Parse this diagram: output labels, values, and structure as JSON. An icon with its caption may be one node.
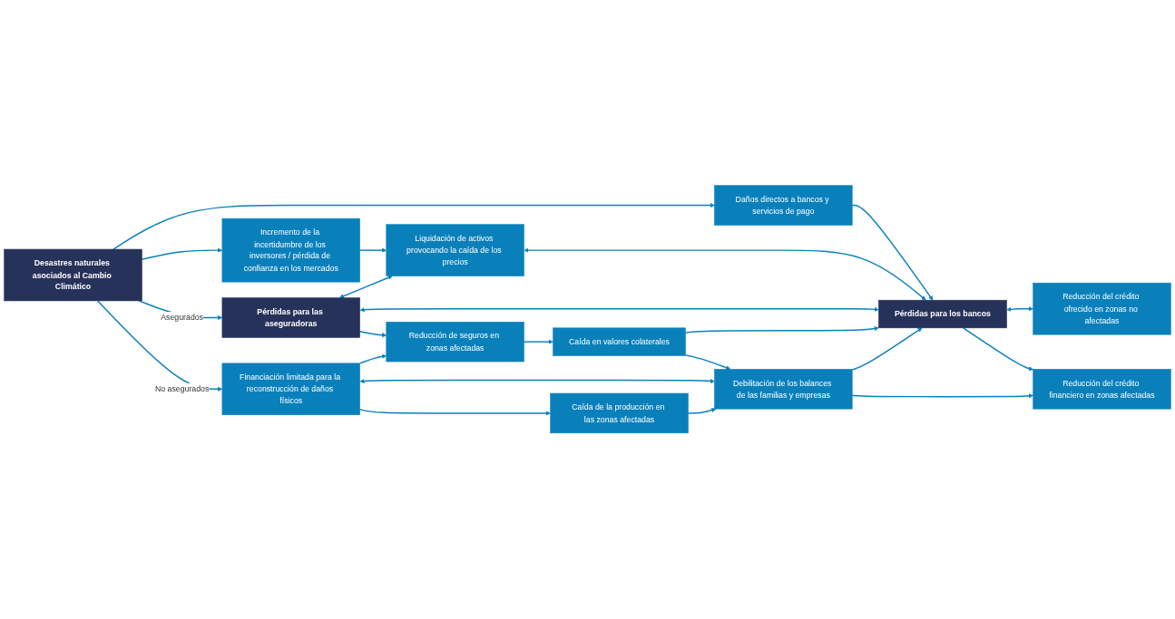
{
  "diagram": {
    "nodes": [
      {
        "text": [
          "Desastres naturales asociados al Cambio Climático"
        ]
      },
      {
        "text": [
          "Incremento de la incertidumbre de los inversores / pérdida de confianza en los mercados"
        ]
      },
      {
        "text": [
          "Liquidación de activos provocando la caída de los precios"
        ]
      },
      {
        "text": [
          "Reducción del crédito ofrecido en zonas no afectadas"
        ]
      },
      {
        "text": [
          "Daños directos a bancos y servicios de pago"
        ]
      },
      {
        "text": [
          "Pérdidas para las aseguradoras"
        ]
      },
      {
        "text": [
          "Pérdidas para los bancos"
        ]
      },
      {
        "text": [
          "Reducción del crédito financiero en zonas afectadas"
        ]
      },
      {
        "text": [
          "Reducción de seguros en zonas afectadas"
        ]
      },
      {
        "text": [
          "Caída en valores colaterales"
        ]
      },
      {
        "text": [
          "Debilitación de los balances de las familias y empresas"
        ]
      },
      {
        "text": [
          "Financiación limitada para la reconstrucción de daños físicos"
        ]
      },
      {
        "text": [
          "Caída de la producción en las zonas afectadas"
        ]
      }
    ],
    "edges": [
      {
        "from": 0,
        "to": 1,
        "arrow": "to"
      },
      {
        "from": 0,
        "to": 4,
        "arrow": "to"
      },
      {
        "from": 0,
        "to": 5,
        "arrow": "to",
        "label": "Asegurados"
      },
      {
        "from": 0,
        "to": 11,
        "arrow": "to",
        "label": "No asegurados"
      },
      {
        "from": 1,
        "to": 2,
        "arrow": "to"
      },
      {
        "from": 5,
        "to": 2,
        "arrow": "both"
      },
      {
        "from": 4,
        "to": 6,
        "arrow": "to"
      },
      {
        "from": 2,
        "to": 6,
        "arrow": "both"
      },
      {
        "from": 6,
        "to": 3,
        "arrow": "both"
      },
      {
        "from": 5,
        "to": 6,
        "arrow": "both"
      },
      {
        "from": 6,
        "to": 7,
        "arrow": "to"
      },
      {
        "from": 5,
        "to": 8,
        "arrow": "to"
      },
      {
        "from": 8,
        "to": 9,
        "arrow": "to"
      },
      {
        "from": 9,
        "to": 6,
        "arrow": "to"
      },
      {
        "from": 9,
        "to": 10,
        "arrow": "to"
      },
      {
        "from": 10,
        "to": 6,
        "arrow": "to"
      },
      {
        "from": 10,
        "to": 7,
        "arrow": "to"
      },
      {
        "from": 11,
        "to": 8,
        "arrow": "to"
      },
      {
        "from": 11,
        "to": 10,
        "arrow": "both"
      },
      {
        "from": 11,
        "to": 12,
        "arrow": "to"
      },
      {
        "from": 12,
        "to": 10,
        "arrow": "to"
      }
    ]
  }
}
